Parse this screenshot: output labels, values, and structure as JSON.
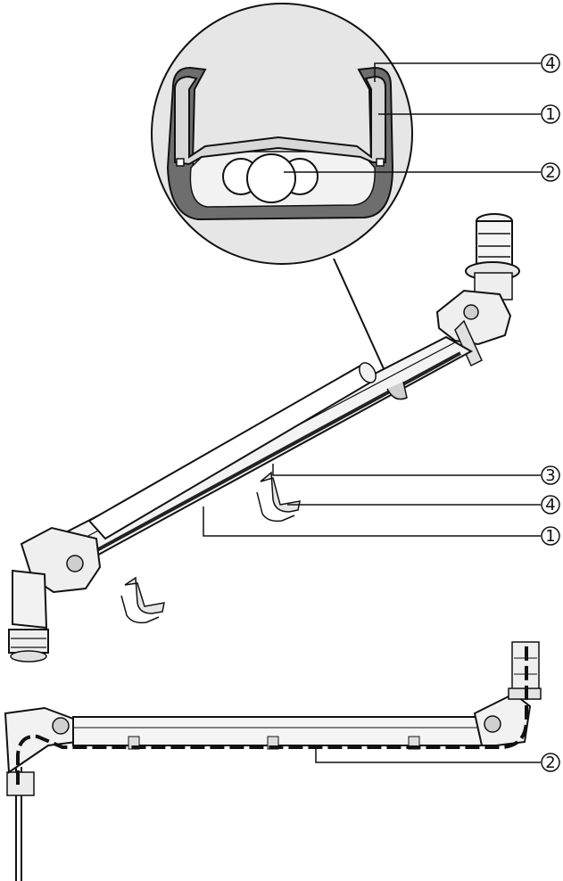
{
  "diagram": {
    "callouts": {
      "top_4": "4",
      "top_1": "1",
      "top_2": "2",
      "mid_3": "3",
      "mid_4": "4",
      "mid_1": "1",
      "bottom_2": "2"
    }
  }
}
